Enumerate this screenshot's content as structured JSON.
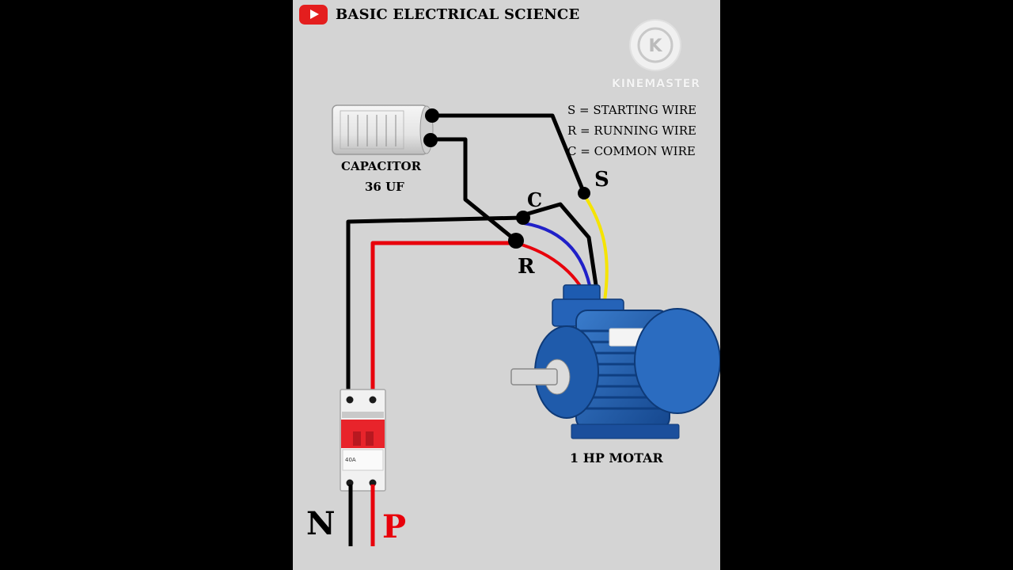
{
  "header": {
    "title": "BASIC ELECTRICAL SCIENCE",
    "icon": "youtube-play-icon"
  },
  "watermark": {
    "text": "KINEMASTER",
    "icon": "kinemaster-k-icon"
  },
  "legend": [
    {
      "letter": "S",
      "text": "S = STARTING WIRE"
    },
    {
      "letter": "R",
      "text": "R = RUNNING WIRE"
    },
    {
      "letter": "C",
      "text": "C = COMMON WIRE"
    }
  ],
  "capacitor": {
    "name": "CAPACITOR",
    "value": "36 UF"
  },
  "terminals": {
    "s": "S",
    "c": "C",
    "r": "R"
  },
  "motor": {
    "label": "1 HP MOTAR"
  },
  "breaker": {
    "rating": "40A"
  },
  "supply": {
    "neutral": "N",
    "phase": "P"
  },
  "colors": {
    "background": "#d4d4d4",
    "wire_black": "#000000",
    "wire_red": "#e8000b",
    "wire_blue": "#2020c8",
    "wire_yellow": "#f5e400",
    "motor_blue": "#1e5aa8",
    "breaker_red": "#e8242b"
  }
}
